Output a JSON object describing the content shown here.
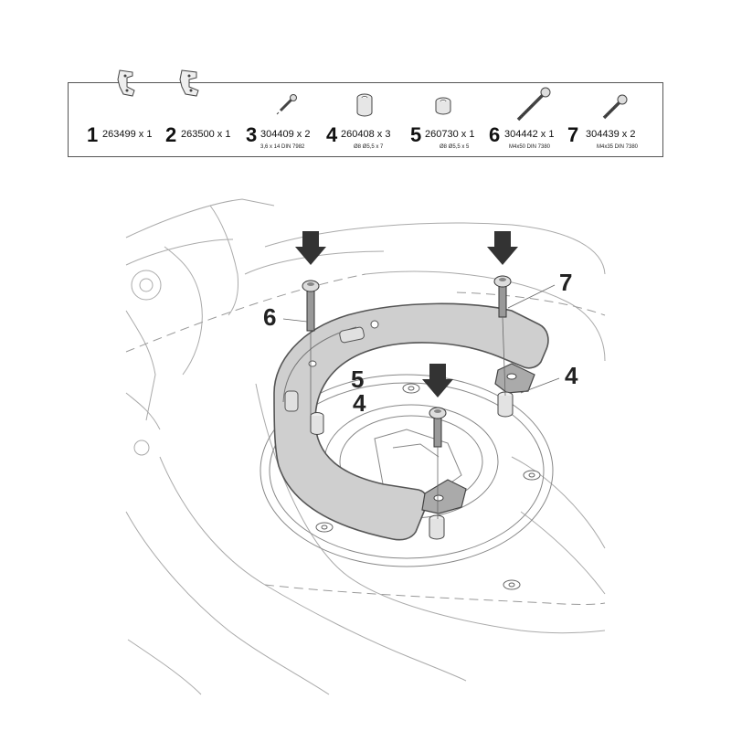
{
  "parts": [
    {
      "num": "1",
      "code": "263499 x 1",
      "spec": "",
      "icon": "bracket-left-icon"
    },
    {
      "num": "2",
      "code": "263500 x 1",
      "spec": "",
      "icon": "bracket-right-icon"
    },
    {
      "num": "3",
      "code": "304409 x 2",
      "spec": "3,6 x 14 DIN 7982",
      "icon": "self-tapping-screw-icon"
    },
    {
      "num": "4",
      "code": "260408 x 3",
      "spec": "Ø8 Ø5,5 x 7",
      "icon": "long-spacer-icon"
    },
    {
      "num": "5",
      "code": "260730 x 1",
      "spec": "Ø8 Ø5,5 x 5",
      "icon": "short-spacer-icon"
    },
    {
      "num": "6",
      "code": "304442 x 1",
      "spec": "M4x50 DIN 7380",
      "icon": "long-bolt-icon"
    },
    {
      "num": "7",
      "code": "304439 x 2",
      "spec": "M4x35 DIN 7380",
      "icon": "short-bolt-icon"
    }
  ],
  "callouts": {
    "c6": "6",
    "c7": "7",
    "c5": "5",
    "c4_left": "4",
    "c4_right": "4"
  },
  "colors": {
    "ring_fill": "#cfcfcf",
    "arrow_fill": "#333333",
    "line": "#555555"
  }
}
